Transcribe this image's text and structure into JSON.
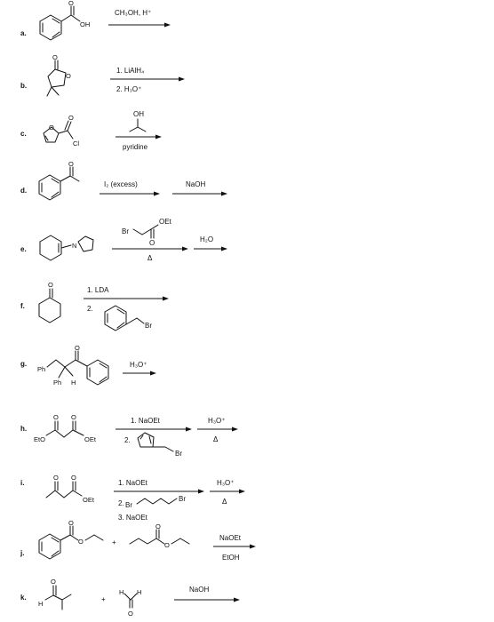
{
  "problems": [
    {
      "label": "a.",
      "reagents": [
        "CH₃OH, H⁺"
      ],
      "atoms": [
        "OH",
        "O"
      ]
    },
    {
      "label": "b.",
      "reagents": [
        "1. LiAlH₄",
        "2. H₃O⁺"
      ],
      "atoms": [
        "O",
        "O"
      ]
    },
    {
      "label": "c.",
      "reagents": [
        "OH",
        "pyridine"
      ],
      "atoms": [
        "O",
        "O",
        "Cl"
      ]
    },
    {
      "label": "d.",
      "reagents": [
        "I₂ (excess)",
        "NaOH"
      ],
      "atoms": [
        "O"
      ]
    },
    {
      "label": "e.",
      "reagents": [
        "Br",
        "OEt",
        "O",
        "Δ",
        "H₂O"
      ],
      "atoms": [
        "N"
      ]
    },
    {
      "label": "f.",
      "reagents": [
        "1. LDA",
        "2.",
        "Br"
      ],
      "atoms": [
        "O"
      ]
    },
    {
      "label": "g.",
      "reagents": [
        "H₃O⁺"
      ],
      "atoms": [
        "Ph",
        "Ph",
        "H",
        "O"
      ]
    },
    {
      "label": "h.",
      "reagents": [
        "1. NaOEt",
        "2.",
        "Br",
        "H₃O⁺",
        "Δ"
      ],
      "atoms": [
        "EtO",
        "OEt",
        "O",
        "O"
      ]
    },
    {
      "label": "i.",
      "reagents": [
        "1. NaOEt",
        "2.",
        "Br",
        "Br",
        "3. NaOEt",
        "H₃O⁺",
        "Δ"
      ],
      "atoms": [
        "OEt",
        "O",
        "O"
      ]
    },
    {
      "label": "j.",
      "reagents": [
        "NaOEt",
        "EtOH"
      ],
      "atoms": [
        "O",
        "O",
        "+",
        "O",
        "O"
      ]
    },
    {
      "label": "k.",
      "reagents": [
        "NaOH"
      ],
      "atoms": [
        "H",
        "O",
        "+",
        "H",
        "H",
        "O"
      ]
    }
  ]
}
